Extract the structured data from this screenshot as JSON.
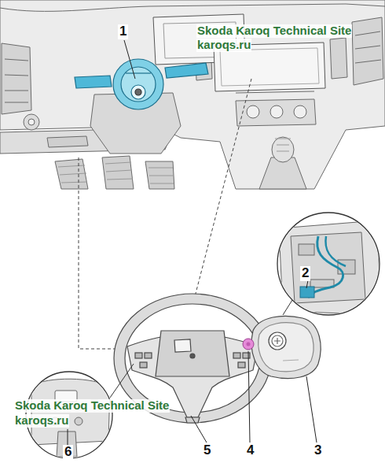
{
  "diagram": {
    "labels": [
      "1",
      "Skoda Karoq Technical Site",
      "karoqs.ru",
      "2",
      "Skoda Karoq Technical Site",
      "karoqs.ru",
      "6",
      "5",
      "4",
      "3"
    ]
  }
}
